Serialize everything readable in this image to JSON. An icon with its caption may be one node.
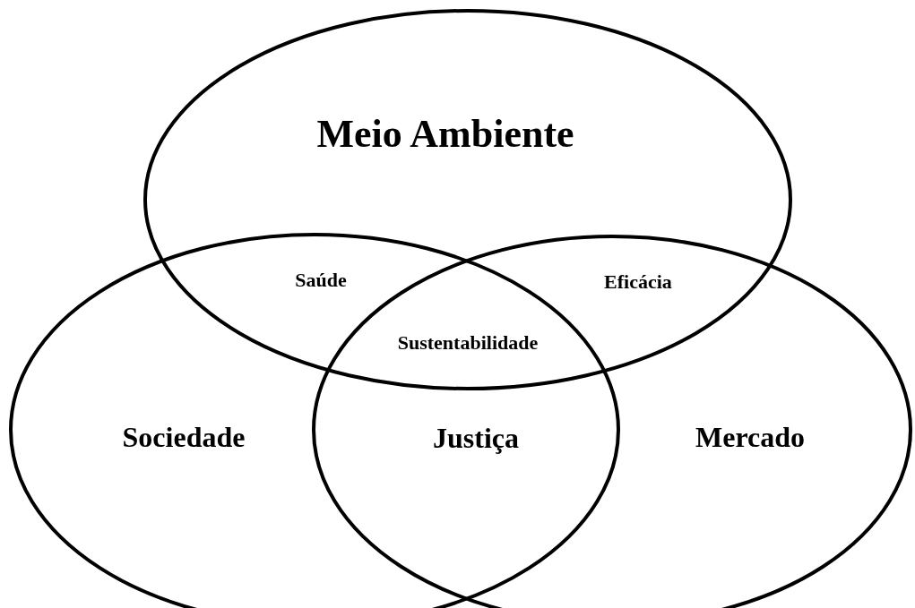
{
  "diagram": {
    "nodes": [
      {
        "text": [
          "Meio Ambiente"
        ]
      },
      {
        "text": [
          "Sociedade"
        ]
      },
      {
        "text": [
          "Mercado"
        ]
      }
    ],
    "labels": [
      "Saúde",
      "Eficácia",
      "Sustentabilidade",
      "Justiça"
    ]
  }
}
